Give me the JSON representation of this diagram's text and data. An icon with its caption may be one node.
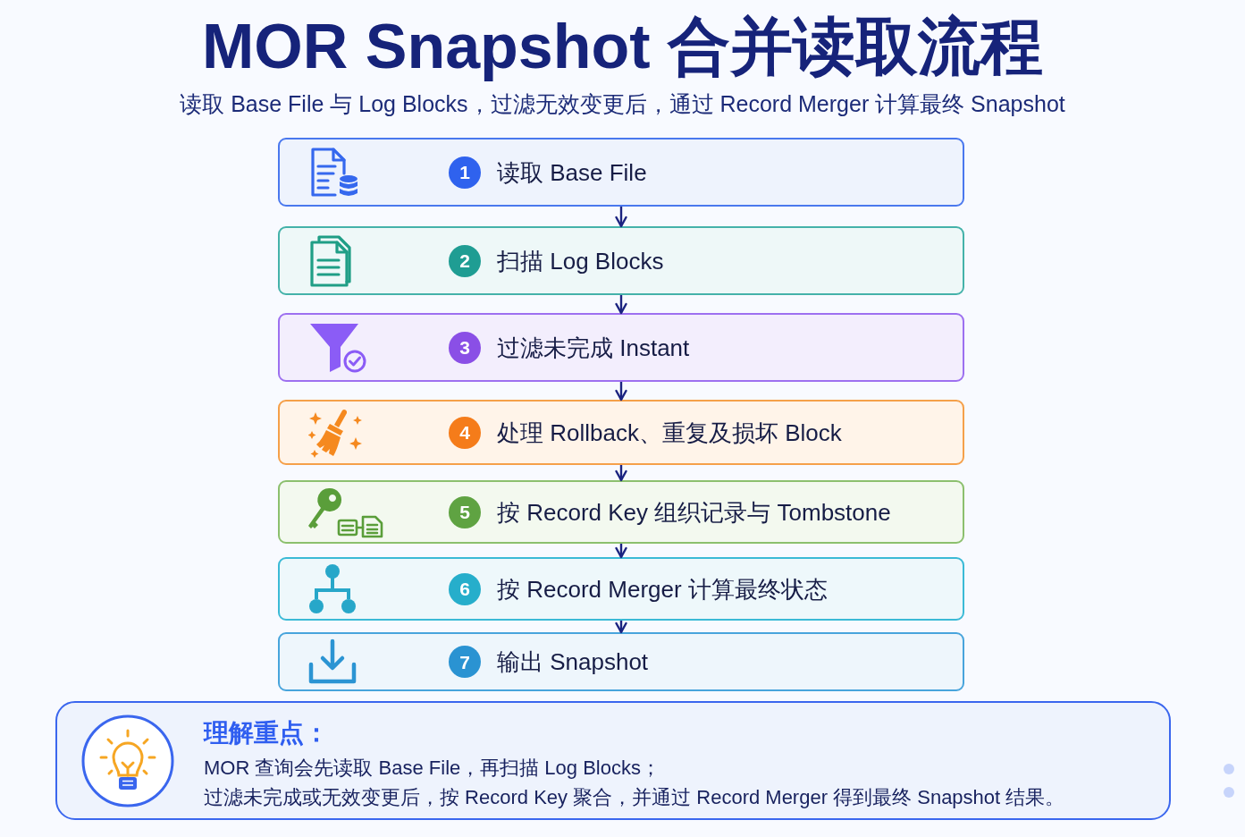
{
  "diagram": {
    "title": "MOR Snapshot 合并读取流程",
    "nodes": [
      {
        "text": [
          "1",
          "读取 Base File"
        ]
      },
      {
        "text": [
          "2",
          "扫描 Log Blocks"
        ]
      },
      {
        "text": [
          "3",
          "过滤未完成 Instant"
        ]
      },
      {
        "text": [
          "4",
          "处理 Rollback、重复及损坏 Block"
        ]
      },
      {
        "text": [
          "5",
          "按 Record Key 组织记录与 Tombstone"
        ]
      },
      {
        "text": [
          "6",
          "按 Record Merger 计算最终状态"
        ]
      },
      {
        "text": [
          "7",
          "输出 Snapshot"
        ]
      },
      {
        "text": [
          "理解重点：",
          "MOR 查询会先读取 Base File，再扫描 Log Blocks；",
          "过滤未完成或无效变更后，按 Record Key 聚合，并通过 Record Merger 得到最终 Snapshot 结果。"
        ]
      }
    ],
    "edges": [
      {
        "from": 0,
        "to": 1,
        "arrow": "to"
      },
      {
        "from": 1,
        "to": 2,
        "arrow": "to"
      },
      {
        "from": 2,
        "to": 3,
        "arrow": "to"
      },
      {
        "from": 3,
        "to": 4,
        "arrow": "to"
      },
      {
        "from": 4,
        "to": 5,
        "arrow": "to"
      },
      {
        "from": 5,
        "to": 6,
        "arrow": "to"
      }
    ],
    "labels": [
      "读取 Base File 与 Log Blocks，过滤无效变更后，通过 Record Merger 计算最终 Snapshot"
    ]
  }
}
